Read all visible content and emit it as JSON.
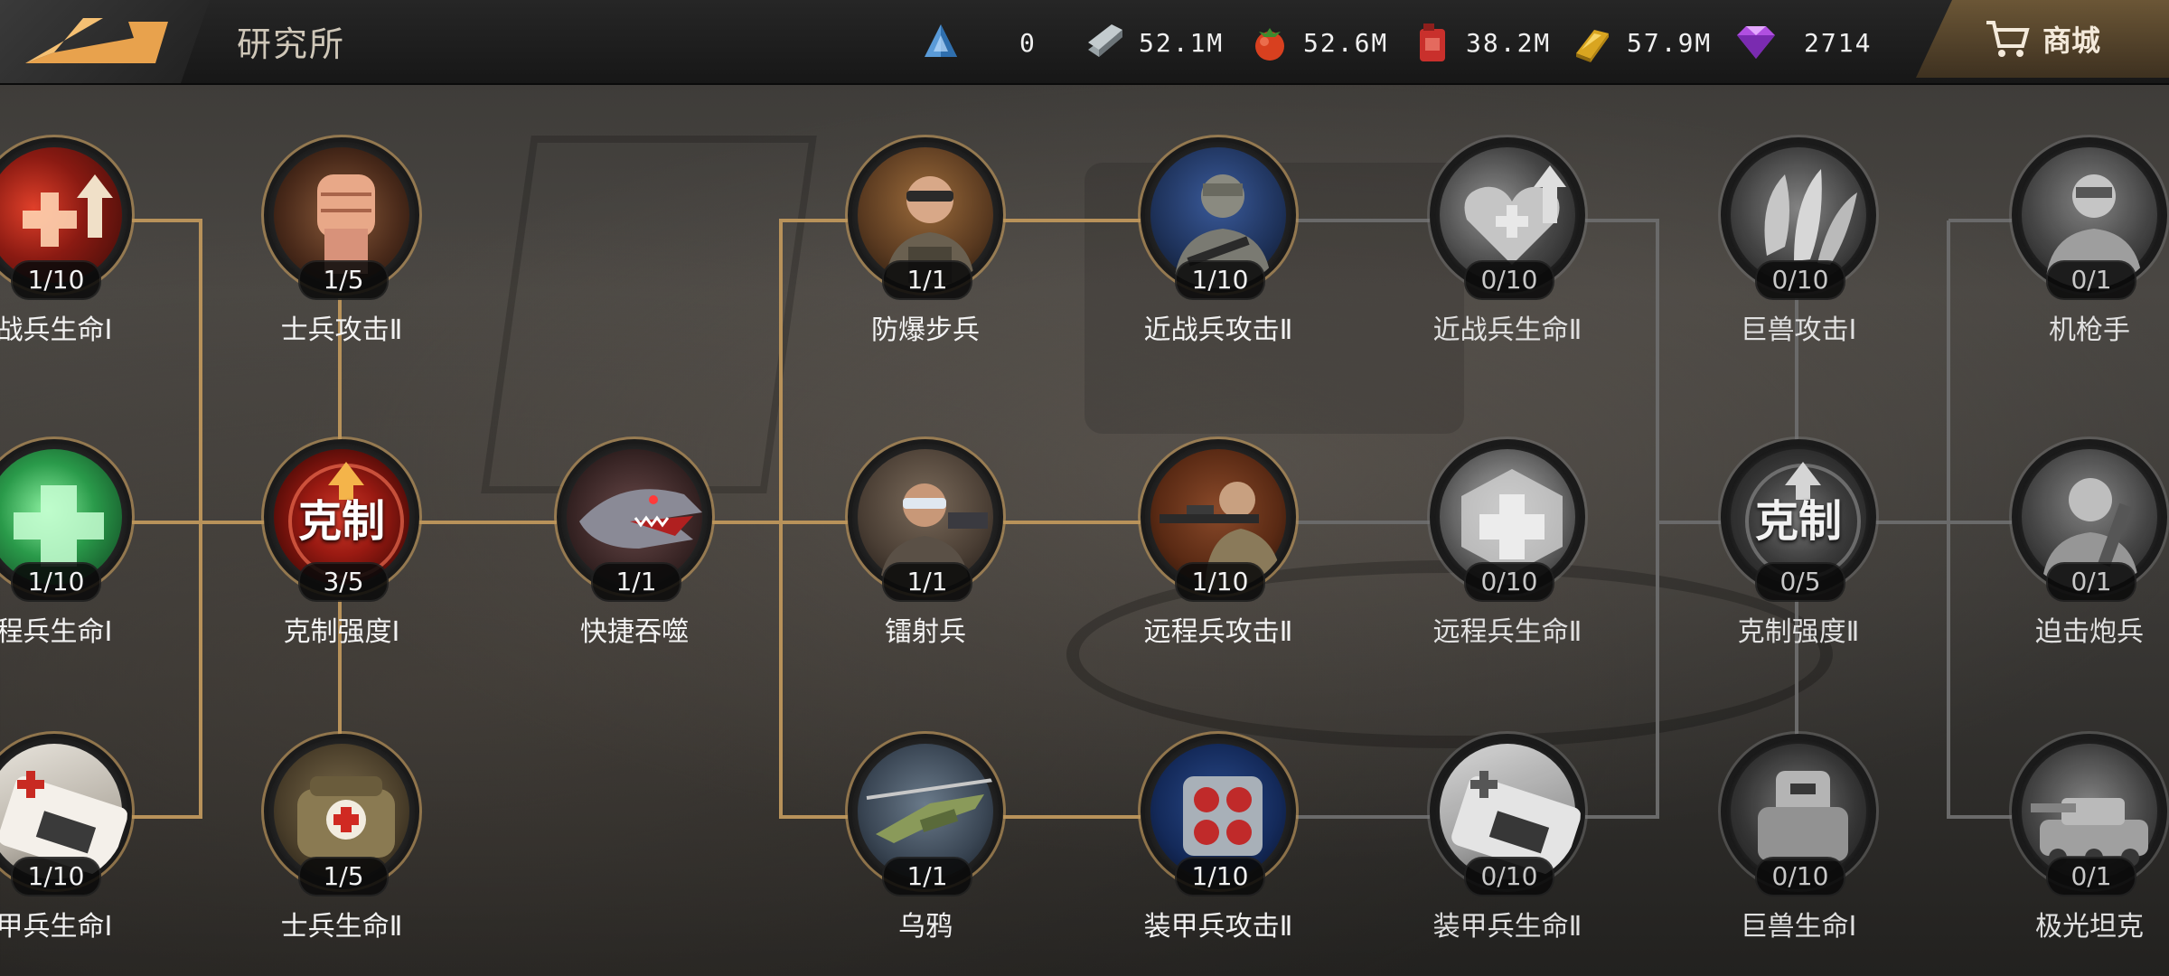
{
  "header": {
    "title": "研究所",
    "shop_label": "商城"
  },
  "resources": [
    {
      "icon": "crystal-pyramid-icon",
      "value": "0"
    },
    {
      "icon": "steel-bars-icon",
      "value": "52.1M"
    },
    {
      "icon": "tomato-food-icon",
      "value": "52.6M"
    },
    {
      "icon": "fuel-can-icon",
      "value": "38.2M"
    },
    {
      "icon": "gold-bar-icon",
      "value": "57.9M"
    },
    {
      "icon": "purple-diamond-icon",
      "value": "2714"
    }
  ],
  "nodes": [
    {
      "id": "n1",
      "name": "战兵生命Ⅰ",
      "progress": "1/10",
      "icon": "heart-up-icon",
      "active": true
    },
    {
      "id": "n2",
      "name": "程兵生命Ⅰ",
      "progress": "1/10",
      "icon": "green-cross-icon",
      "active": true
    },
    {
      "id": "n3",
      "name": "甲兵生命Ⅰ",
      "progress": "1/10",
      "icon": "first-aid-kit-icon",
      "active": true
    },
    {
      "id": "n4",
      "name": "士兵攻击Ⅱ",
      "progress": "1/5",
      "icon": "fist-icon",
      "active": true
    },
    {
      "id": "n5",
      "name": "克制强度Ⅰ",
      "progress": "3/5",
      "icon": "counter-icon",
      "icon_text": "克制",
      "active": true
    },
    {
      "id": "n6",
      "name": "士兵生命Ⅱ",
      "progress": "1/5",
      "icon": "medical-bag-icon",
      "active": true
    },
    {
      "id": "n7",
      "name": "快捷吞噬",
      "progress": "1/1",
      "icon": "dinosaur-icon",
      "active": true
    },
    {
      "id": "n8",
      "name": "防爆步兵",
      "progress": "1/1",
      "icon": "riot-soldier-icon",
      "active": true
    },
    {
      "id": "n9",
      "name": "镭射兵",
      "progress": "1/1",
      "icon": "laser-soldier-icon",
      "active": true
    },
    {
      "id": "n10",
      "name": "乌鸦",
      "progress": "1/1",
      "icon": "helicopter-icon",
      "active": true
    },
    {
      "id": "n11",
      "name": "近战兵攻击Ⅱ",
      "progress": "1/10",
      "icon": "melee-soldier-icon",
      "active": true
    },
    {
      "id": "n12",
      "name": "远程兵攻击Ⅱ",
      "progress": "1/10",
      "icon": "sniper-icon",
      "active": true
    },
    {
      "id": "n13",
      "name": "装甲兵攻击Ⅱ",
      "progress": "1/10",
      "icon": "rocket-pod-icon",
      "active": true
    },
    {
      "id": "n14",
      "name": "近战兵生命Ⅱ",
      "progress": "0/10",
      "icon": "heart-up-icon",
      "active": false
    },
    {
      "id": "n15",
      "name": "远程兵生命Ⅱ",
      "progress": "0/10",
      "icon": "crystal-cross-icon",
      "active": false
    },
    {
      "id": "n16",
      "name": "装甲兵生命Ⅱ",
      "progress": "0/10",
      "icon": "first-aid-kit-icon",
      "active": false
    },
    {
      "id": "n17",
      "name": "巨兽攻击Ⅰ",
      "progress": "0/10",
      "icon": "claw-icon",
      "active": false
    },
    {
      "id": "n18",
      "name": "克制强度Ⅱ",
      "progress": "0/5",
      "icon": "counter-icon",
      "icon_text": "克制",
      "active": false
    },
    {
      "id": "n19",
      "name": "巨兽生命Ⅰ",
      "progress": "0/10",
      "icon": "mech-beast-icon",
      "active": false
    },
    {
      "id": "n20",
      "name": "机枪手",
      "progress": "0/1",
      "icon": "gunner-icon",
      "active": false
    },
    {
      "id": "n21",
      "name": "迫击炮兵",
      "progress": "0/1",
      "icon": "mortar-soldier-icon",
      "active": false
    },
    {
      "id": "n22",
      "name": "极光坦克",
      "progress": "0/1",
      "icon": "tank-icon",
      "active": false
    }
  ]
}
